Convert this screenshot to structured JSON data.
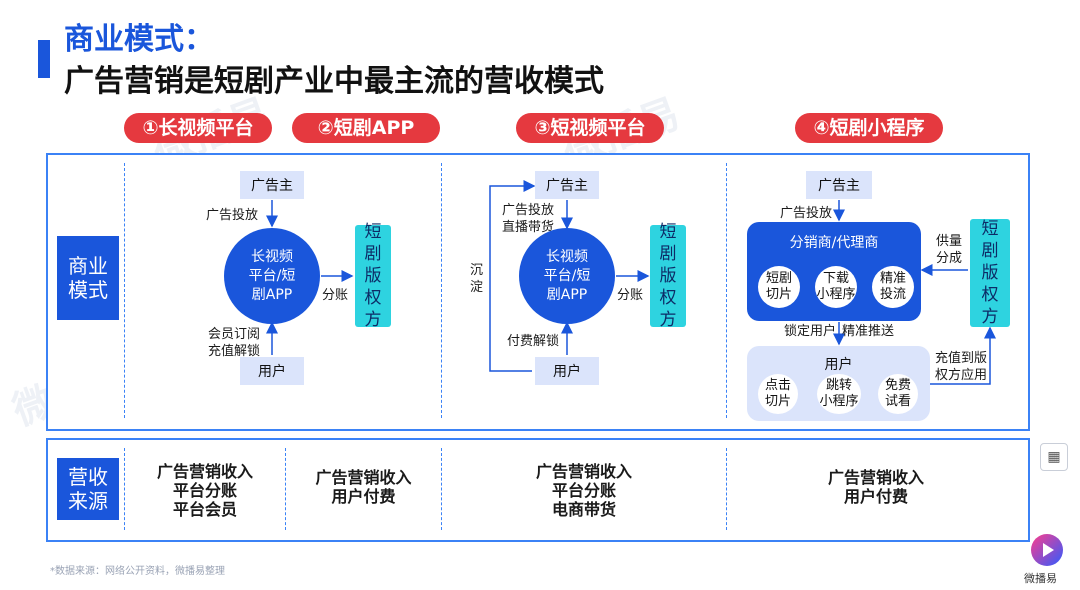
{
  "title": {
    "line1": "商业模式：",
    "line2": "广告营销是短剧产业中最主流的营收模式"
  },
  "columns": [
    {
      "label": "①长视频平台"
    },
    {
      "label": "②短剧APP"
    },
    {
      "label": "③短视频平台"
    },
    {
      "label": "④短剧小程序"
    }
  ],
  "row_labels": {
    "business": "商业\n模式",
    "revenue": "营收\n来源"
  },
  "diagram1": {
    "advertiser": "广告主",
    "ad_placement": "广告投放",
    "platform": "长视频\n平台/短\n剧APP",
    "rights": "短\n剧\n版\n权\n方",
    "revenue_share": "分账",
    "member": "会员订阅\n充值解锁",
    "user": "用户"
  },
  "diagram2": {
    "advertiser": "广告主",
    "ad_placement": "广告投放\n直播带货",
    "retention": "沉\n淀",
    "platform": "长视频\n平台/短\n剧APP",
    "rights": "短\n剧\n版\n权\n方",
    "revenue_share": "分账",
    "paid_unlock": "付费解锁",
    "user": "用户"
  },
  "diagram3": {
    "advertiser": "广告主",
    "ad_placement": "广告投放",
    "distributor": "分销商/代理商",
    "dist_items": [
      "短剧\n切片",
      "下载\n小程序",
      "精准\n投流"
    ],
    "supply": "供量\n分成",
    "rights": "短\n剧\n版\n权\n方",
    "lock_user": "锁定用户",
    "precise_push": "精准推送",
    "user": "用户",
    "user_items": [
      "点击\n切片",
      "跳转\n小程序",
      "免费\n试看"
    ],
    "recharge": "充值到版\n权方应用"
  },
  "revenue": [
    "广告营销收入\n平台分账\n平台会员",
    "广告营销收入\n用户付费",
    "广告营销收入\n平台分账\n电商带货",
    "广告营销收入\n用户付费"
  ],
  "footer": "*数据来源：网络公开资料，微播易整理",
  "logo_text": "微播易",
  "watermark": "微播易",
  "colors": {
    "accent": "#1a56db",
    "pill": "#e5393f",
    "cyan": "#2ed3e0",
    "light": "#dbe4fb"
  },
  "icons": {
    "tool": "qr-scan-icon",
    "logo": "play-logo-icon"
  }
}
